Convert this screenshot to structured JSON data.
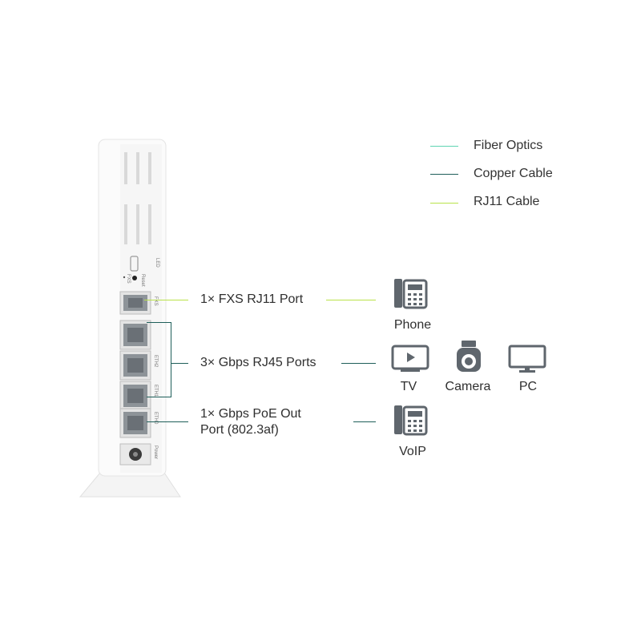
{
  "legend": [
    {
      "label": "Fiber Optics",
      "color": "#5fd4b2"
    },
    {
      "label": "Copper Cable",
      "color": "#1f5f5a"
    },
    {
      "label": "RJ11 Cable",
      "color": "#b9e24a"
    }
  ],
  "ports": {
    "fxs": "1× FXS RJ11 Port",
    "rj45": "3× Gbps RJ45 Ports",
    "poe_line1": "1× Gbps PoE Out",
    "poe_line2": "Port (802.3af)"
  },
  "devices": {
    "phone": "Phone",
    "tv": "TV",
    "camera": "Camera",
    "pc": "PC",
    "voip": "VoIP"
  },
  "router_text": {
    "led": "LED",
    "reset": "Reset",
    "fxs_small": "FXS",
    "fxs_port": "FXS",
    "eth2": "ETH2",
    "eth1": "ETH1",
    "eth0": "ETH0",
    "power": "Power"
  },
  "colors": {
    "icon": "#5f666d",
    "device_body": "#fafafa",
    "device_edge": "#e2e2e2"
  }
}
